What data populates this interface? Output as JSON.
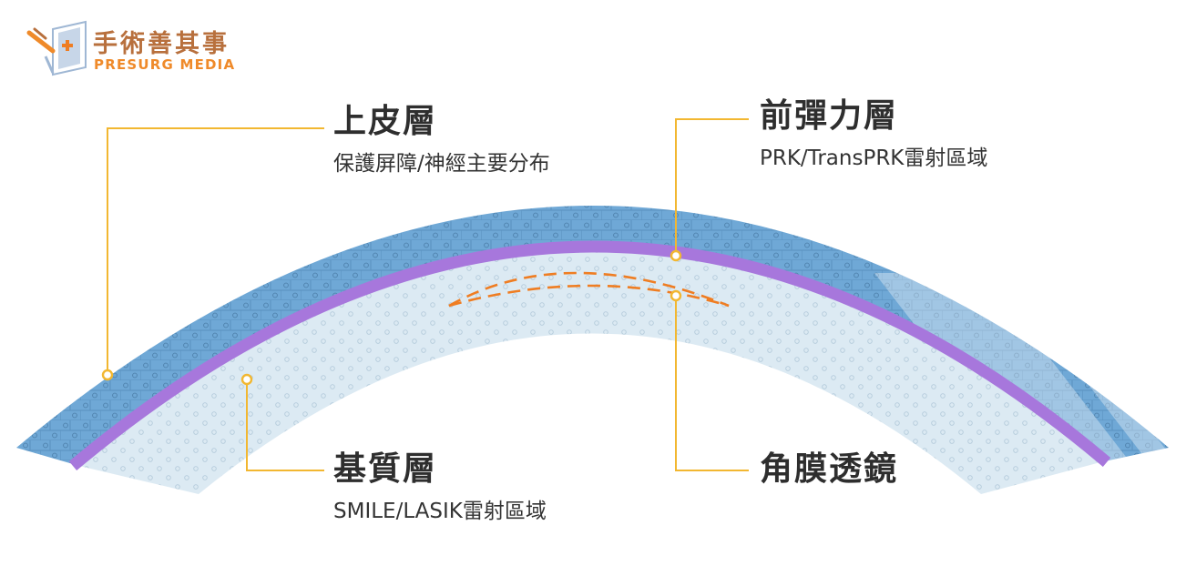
{
  "brand": {
    "name_cn": "手術善其事",
    "name_en": "PRESURG MEDIA"
  },
  "labels": {
    "epithelium": {
      "title": "上皮層",
      "desc": "保護屏障/神經主要分布"
    },
    "bowman": {
      "title": "前彈力層",
      "desc": "PRK/TransPRK雷射區域"
    },
    "stroma": {
      "title": "基質層",
      "desc": "SMILE/LASIK雷射區域"
    },
    "lenticule": {
      "title": "角膜透鏡"
    }
  },
  "colors": {
    "epithelium": "#6fa8d6",
    "bowman": "#a777dc",
    "stroma": "#d9e9f3",
    "leader": "#f2b731",
    "lenticule": "#ef7d22",
    "text": "#333333",
    "brand_cn": "#b8703d",
    "brand_en": "#ef8a2a"
  }
}
